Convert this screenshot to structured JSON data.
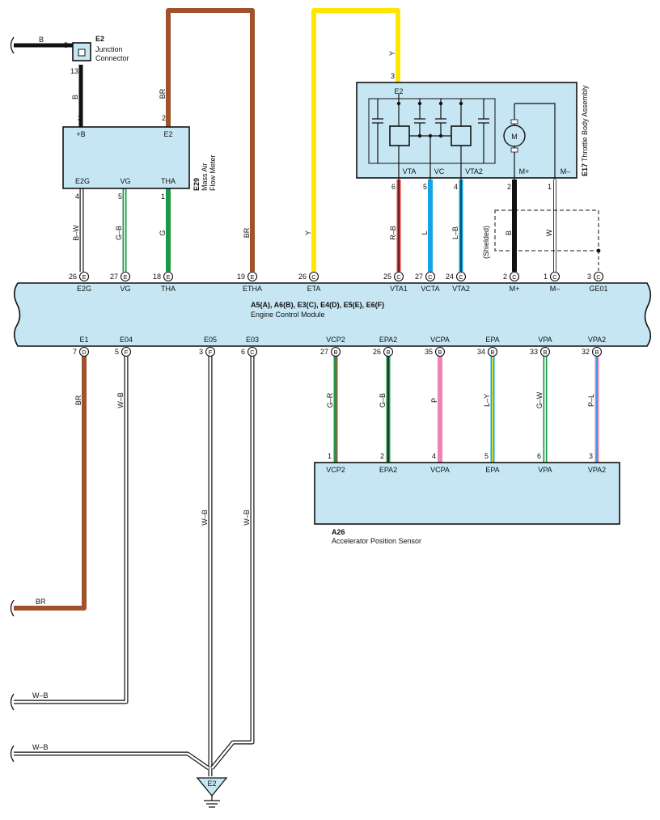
{
  "connectors": {
    "e2_junction": {
      "id": "E2",
      "name": "Junction",
      "name2": "Connector",
      "pin_in": "5",
      "pin_out": "13"
    },
    "e29": {
      "id": "E29",
      "name": "Mass Air",
      "name2": "Flow Meter"
    },
    "e17": {
      "id": "E17",
      "name": "Throttle Body Assembly"
    },
    "ecm": {
      "title": "A5(A), A6(B), E3(C), E4(D), E5(E), E6(F)",
      "subtitle": "Engine Control Module"
    },
    "a26": {
      "id": "A26",
      "name": "Accelerator Position Sensor"
    },
    "ground": {
      "id": "E2"
    }
  },
  "e29_pins": {
    "top": [
      {
        "pin": "3",
        "label": "+B"
      },
      {
        "pin": "2",
        "label": "E2"
      }
    ],
    "bottom": [
      {
        "pin": "4",
        "label": "E2G"
      },
      {
        "pin": "5",
        "label": "VG"
      },
      {
        "pin": "1",
        "label": "THA"
      }
    ]
  },
  "e17_pins": {
    "top": {
      "pin": "3",
      "label": "E2"
    },
    "bottom": [
      {
        "pin": "6",
        "label": "VTA"
      },
      {
        "pin": "5",
        "label": "VC"
      },
      {
        "pin": "4",
        "label": "VTA2"
      },
      {
        "pin": "2",
        "label": "M+"
      },
      {
        "pin": "1",
        "label": "M–"
      }
    ],
    "motor": "M"
  },
  "ecm_top_pins": [
    {
      "pin": "26",
      "conn": "E",
      "label": "E2G"
    },
    {
      "pin": "27",
      "conn": "E",
      "label": "VG"
    },
    {
      "pin": "18",
      "conn": "E",
      "label": "THA"
    },
    {
      "pin": "19",
      "conn": "E",
      "label": "ETHA"
    },
    {
      "pin": "26",
      "conn": "C",
      "label": "ETA"
    },
    {
      "pin": "25",
      "conn": "C",
      "label": "VTA1"
    },
    {
      "pin": "27",
      "conn": "C",
      "label": "VCTA"
    },
    {
      "pin": "24",
      "conn": "C",
      "label": "VTA2"
    },
    {
      "pin": "2",
      "conn": "C",
      "label": "M+"
    },
    {
      "pin": "1",
      "conn": "C",
      "label": "M–"
    },
    {
      "pin": "3",
      "conn": "C",
      "label": "GE01"
    }
  ],
  "ecm_bottom_pins": [
    {
      "pin": "7",
      "conn": "D",
      "label": "E1"
    },
    {
      "pin": "5",
      "conn": "F",
      "label": "E04"
    },
    {
      "pin": "3",
      "conn": "F",
      "label": "E05"
    },
    {
      "pin": "6",
      "conn": "C",
      "label": "E03"
    },
    {
      "pin": "27",
      "conn": "B",
      "label": "VCP2"
    },
    {
      "pin": "26",
      "conn": "B",
      "label": "EPA2"
    },
    {
      "pin": "35",
      "conn": "B",
      "label": "VCPA"
    },
    {
      "pin": "34",
      "conn": "B",
      "label": "EPA"
    },
    {
      "pin": "33",
      "conn": "B",
      "label": "VPA"
    },
    {
      "pin": "32",
      "conn": "B",
      "label": "VPA2"
    }
  ],
  "a26_pins": [
    {
      "pin": "1",
      "label": "VCP2"
    },
    {
      "pin": "2",
      "label": "EPA2"
    },
    {
      "pin": "4",
      "label": "VCPA"
    },
    {
      "pin": "5",
      "label": "EPA"
    },
    {
      "pin": "6",
      "label": "VPA"
    },
    {
      "pin": "3",
      "label": "VPA2"
    }
  ],
  "wire_labels": {
    "b_in": "B",
    "b_mid": "B",
    "br_e29": "BR",
    "y_e17": "Y",
    "bw": "B–W",
    "gb": "G–B",
    "g": "G",
    "br_etha": "BR",
    "y_eta": "Y",
    "rb": "R–B",
    "l": "L",
    "lb": "L–B",
    "b_m": "B",
    "w_m": "W",
    "br_e1": "BR",
    "wb_e04": "W–B",
    "wb_e05": "W–B",
    "wb_e03": "W–B",
    "gr": "G–R",
    "gb2": "G–B",
    "p": "P",
    "ly": "L–Y",
    "gw": "G–W",
    "pl": "P–L",
    "br_out": "BR",
    "wb_out1": "W–B",
    "wb_out2": "W–B"
  },
  "shielded": "(Shielded)",
  "wire_colors": {
    "BR": "#a0522d",
    "Y": "#ffe600",
    "B": "#111111",
    "G": "#1a9a46",
    "L": "#12a4e6",
    "R": "#e53935",
    "P": "#ee82b4",
    "W": "#ffffff",
    "box": "#c6e6f4"
  }
}
